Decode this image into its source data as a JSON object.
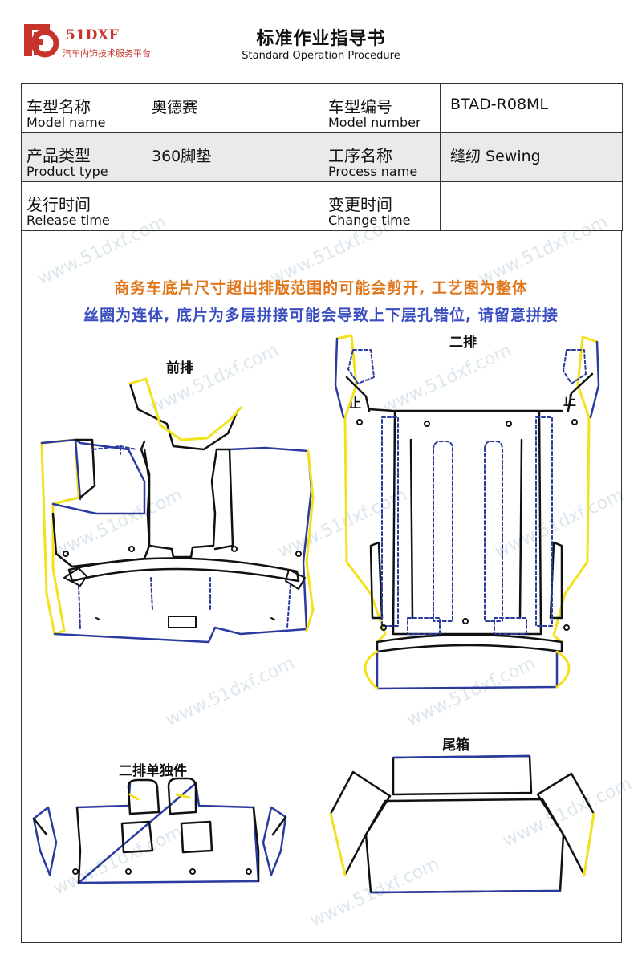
{
  "header": {
    "brand_name": "51DXF",
    "brand_tagline": "汽车内饰技术服务平台",
    "title": "标准作业指导书",
    "subtitle": "Standard Operation Procedure"
  },
  "info_table": {
    "model_name": {
      "label_zh": "车型名称",
      "label_en": "Model name",
      "value": "奥德赛"
    },
    "model_number": {
      "label_zh": "车型编号",
      "label_en": "Model number",
      "value": "BTAD-R08ML"
    },
    "product_type": {
      "label_zh": "产品类型",
      "label_en": "Product type",
      "value": "360脚垫"
    },
    "process_name": {
      "label_zh": "工序名称",
      "label_en": "Process name",
      "value": "缝纫 Sewing"
    },
    "release_time": {
      "label_zh": "发行时间",
      "label_en": "Release time",
      "value": ""
    },
    "change_time": {
      "label_zh": "变更时间",
      "label_en": "Change time",
      "value": ""
    }
  },
  "notice": {
    "line1": "商务车底片尺寸超出排版范围的可能会剪开, 工艺图为整体",
    "line2": "丝圈为连体, 底片为多层拼接可能会导致上下层孔错位, 请留意拼接"
  },
  "parts": {
    "front_row": "前排",
    "second_row": "二排",
    "second_row_single": "二排单独件",
    "trunk": "尾箱",
    "stop_mark": "止"
  },
  "watermark": "www.51dxf.com",
  "colors": {
    "brand_red": "#c8342c",
    "notice_orange": "#e0761c",
    "notice_blue": "#3a4ec0",
    "outline_black": "#111111",
    "edge_yellow": "#f2e21a",
    "edge_blue": "#2a3a9e"
  }
}
